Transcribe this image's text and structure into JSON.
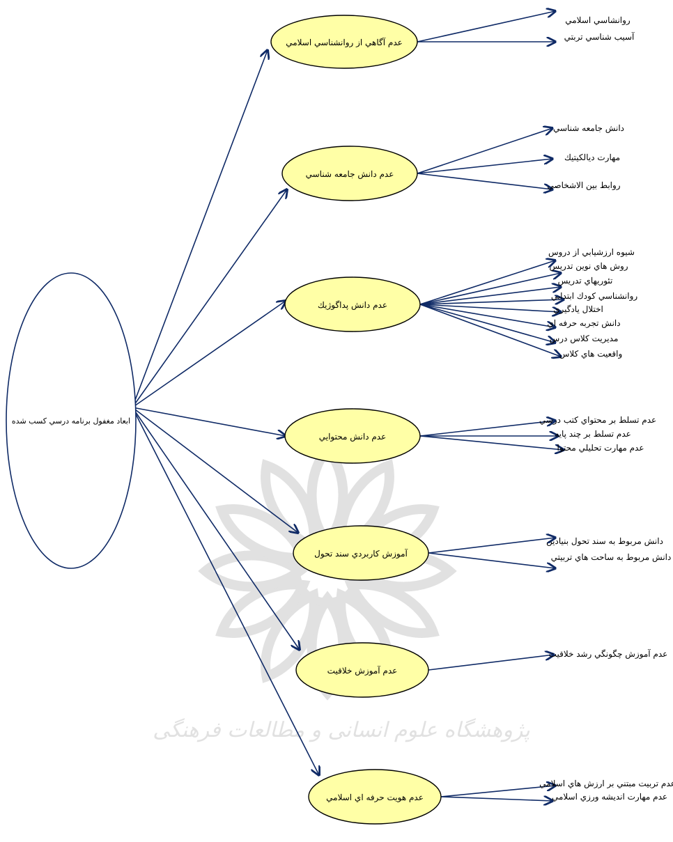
{
  "diagram": {
    "root": {
      "label": "ابعاد مغفول برنامه درسي كسب شده"
    },
    "nodes": [
      {
        "id": "n1",
        "label": "عدم آگاهي از روانشناسي اسلامي",
        "children": [
          "روانشاسي اسلامي",
          "آسيب شناسي تربتي"
        ]
      },
      {
        "id": "n2",
        "label": "عدم دانش جامعه شناسي",
        "children": [
          "دانش جامعه شناسي",
          "مهارت ديالكيتيك",
          "روابط بين الاشخاصي"
        ]
      },
      {
        "id": "n3",
        "label": "عدم دانش پداگوژيك",
        "children": [
          "شيوه ارزشيابي از دروس",
          "روش هاي نوين تدريس",
          "تئوريهاي تدريس",
          "روانشناسي كودك ابتدايي",
          "اختلال يادگيري",
          "دانش تجربه حرفه اي",
          "مديريت كلاس درس",
          "واقعيت هاي كلاس"
        ]
      },
      {
        "id": "n4",
        "label": "عدم دانش محتوايي",
        "children": [
          "عدم تسلط بر محتواي كتب درسي",
          "عدم تسلط بر چند پايه",
          "عدم مهارت تحليلي محتوا"
        ]
      },
      {
        "id": "n5",
        "label": "آموزش كاربردي سند تحول",
        "children": [
          "دانش مربوط به سند تحول بنيادين",
          "دانش مربوط به ساحت هاي تربيتي"
        ]
      },
      {
        "id": "n6",
        "label": "عدم آموزش خلاقيت",
        "children": [
          "عدم آموزش  چگونگي رشد خلاقيت"
        ]
      },
      {
        "id": "n7",
        "label": "عدم هويت حرفه اي اسلامي",
        "children": [
          "عدم تربيت مبتني بر ارزش هاي اسلامي",
          "عدم مهارت انديشه ورزي اسلامي"
        ]
      }
    ],
    "watermark": "پژوهشگاه علوم انسانی و مطالعات فرهنگی"
  },
  "colors": {
    "edge": "#0f2a66",
    "node_fill": "#ffffa6",
    "root_fill": "#ffffff",
    "outline": "#000000",
    "watermark": "#c9c9c9"
  }
}
